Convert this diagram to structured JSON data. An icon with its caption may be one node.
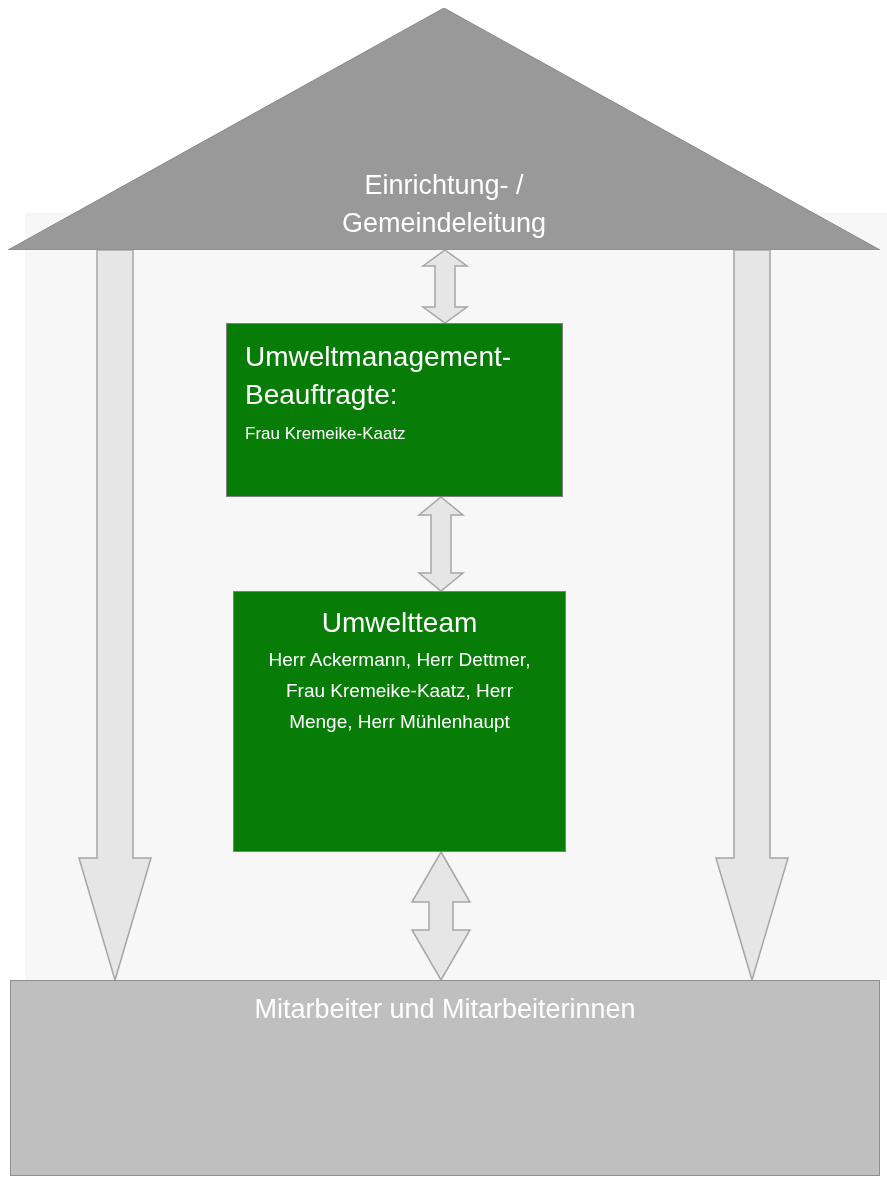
{
  "diagram": {
    "nodes": [
      {
        "text": [
          "Einrichtung- / Gemeindeleitung"
        ]
      },
      {
        "text": [
          "Umweltmanagement- Beauftragte:",
          "Frau Kremeike-Kaatz"
        ]
      },
      {
        "text": [
          "Umweltteam",
          "Herr Ackermann, Herr Dettmer, Frau Kremeike-Kaatz, Herr Menge, Herr Mühlenhaupt"
        ]
      },
      {
        "text": [
          "Mitarbeiter und Mitarbeiterinnen"
        ]
      }
    ],
    "edges": [
      {
        "from": 0,
        "to": 1,
        "arrow": "both"
      },
      {
        "from": 1,
        "to": 2,
        "arrow": "both"
      },
      {
        "from": 2,
        "to": 3,
        "arrow": "both"
      },
      {
        "from": 0,
        "to": 3,
        "arrow": "to"
      },
      {
        "from": 0,
        "to": 3,
        "arrow": "to"
      }
    ]
  }
}
